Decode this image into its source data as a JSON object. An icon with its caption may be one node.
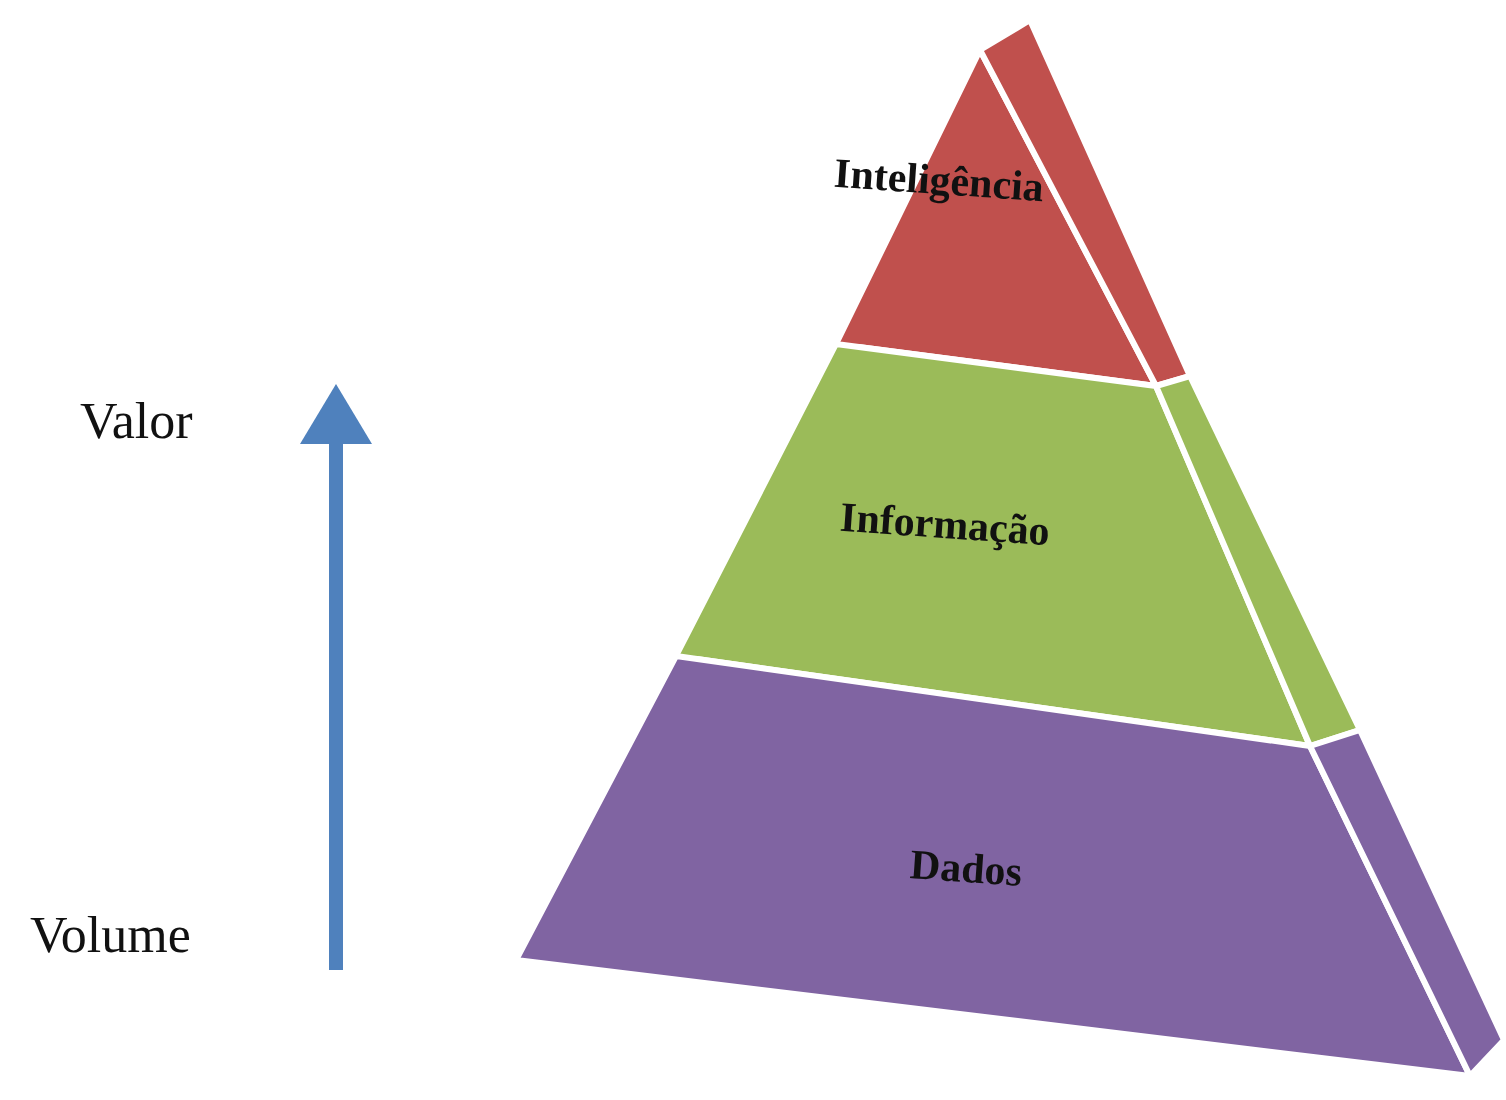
{
  "diagram": {
    "nodes": [
      {
        "text": [
          "Inteligência"
        ]
      },
      {
        "text": [
          "Informação"
        ]
      },
      {
        "text": [
          "Dados"
        ]
      }
    ],
    "labels": [
      "Valor",
      "Volume"
    ]
  }
}
